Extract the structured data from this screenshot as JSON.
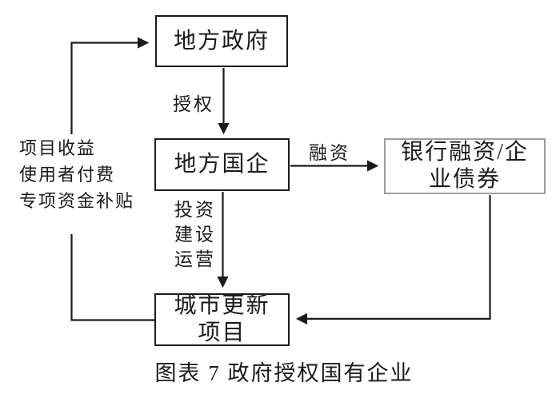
{
  "diagram": {
    "nodes": [
      {
        "id": "local-government",
        "label": "地方政府"
      },
      {
        "id": "local-soe",
        "label": "地方国企"
      },
      {
        "id": "bank-financing-bonds",
        "label": "银行融资/企业债券"
      },
      {
        "id": "urban-renewal-project",
        "label": "城市更新项目"
      }
    ],
    "edges": [
      {
        "from": "地方政府",
        "to": "地方国企",
        "label": "授权"
      },
      {
        "from": "地方国企",
        "to": "银行融资/企业债券",
        "label": "融资"
      },
      {
        "from": "地方国企",
        "to": "城市更新项目",
        "label": "投资 建设 运营"
      },
      {
        "from": "银行融资/企业债券",
        "to": "城市更新项目",
        "label": ""
      },
      {
        "from": "城市更新项目",
        "to": "地方政府",
        "label": "项目收益 使用者付费 专项资金补贴"
      }
    ],
    "edge_labels": {
      "authorization": "授权",
      "financing": "融资",
      "process": [
        "投资",
        "建设",
        "运营"
      ],
      "returns": [
        "项目收益",
        "使用者付费",
        "专项资金补贴"
      ]
    },
    "caption": "图表 7 政府授权国有企业",
    "colors": {
      "line": "#1a1a1a",
      "box_border": "#1a1a1a",
      "bank_box_border": "#9e9e9e",
      "text": "#1a1a1a",
      "background": "#ffffff"
    }
  }
}
